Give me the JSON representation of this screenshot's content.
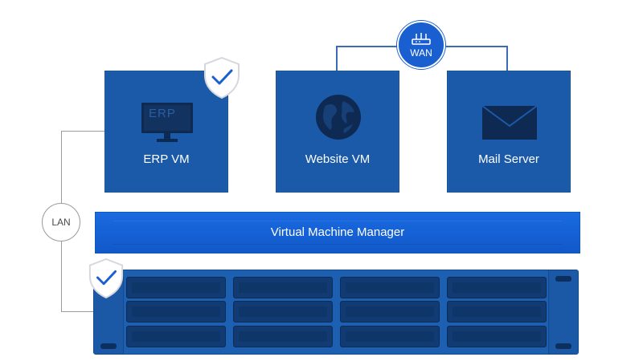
{
  "nodes": {
    "erp_vm": {
      "label": "ERP VM",
      "screen_text": "ERP"
    },
    "website_vm": {
      "label": "Website VM"
    },
    "mail_server": {
      "label": "Mail Server"
    },
    "wan": {
      "label": "WAN"
    },
    "lan": {
      "label": "LAN"
    },
    "vmm": {
      "label": "Virtual Machine Manager"
    }
  },
  "icons": [
    "shield-check-icon",
    "monitor-icon",
    "globe-icon",
    "envelope-icon",
    "router-icon"
  ],
  "colors": {
    "box_blue": "#1b5aa8",
    "bar_blue": "#1663d8",
    "badge_blue": "#1a5fd0",
    "line_gray": "#9a9a9a"
  }
}
